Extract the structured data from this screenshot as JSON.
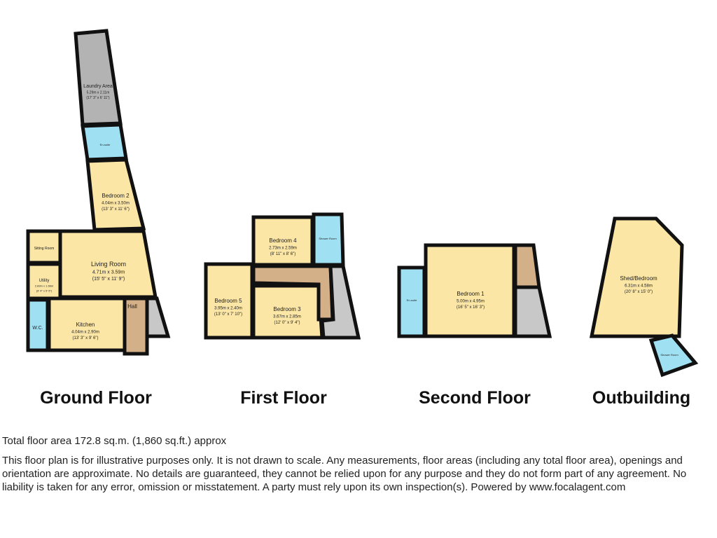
{
  "colors": {
    "room": "#fbe6a6",
    "wet": "#9fe0f3",
    "laundry": "#b3b3b3",
    "hall": "#d4b088",
    "stairs": "#c8c8c8",
    "wall": "#111111"
  },
  "floors": [
    {
      "label": "Ground Floor",
      "rooms": [
        {
          "name": "Laundry Area",
          "dims": "5.29m x 2.11m",
          "imperial": "(17' 3\" x 6' 11\")"
        },
        {
          "name": "En-suite",
          "dims": "",
          "imperial": ""
        },
        {
          "name": "Bedroom 2",
          "dims": "4.04m x 3.50m",
          "imperial": "(13' 3\" x 11' 6\")"
        },
        {
          "name": "Sitting Room",
          "dims": "",
          "imperial": ""
        },
        {
          "name": "Living Room",
          "dims": "4.71m x 3.59m",
          "imperial": "(15' 5\" x 11' 9\")"
        },
        {
          "name": "Utility",
          "dims": "2.83m x 1.66m",
          "imperial": "(9' 4\" x 5' 5\")"
        },
        {
          "name": "W.C.",
          "dims": "",
          "imperial": ""
        },
        {
          "name": "Kitchen",
          "dims": "4.04m x 2.90m",
          "imperial": "(13' 3\" x 9' 6\")"
        },
        {
          "name": "Hall",
          "dims": "",
          "imperial": ""
        }
      ]
    },
    {
      "label": "First Floor",
      "rooms": [
        {
          "name": "Bedroom 4",
          "dims": "2.73m x 2.59m",
          "imperial": "(8' 11\" x 8' 6\")"
        },
        {
          "name": "Shower Room",
          "dims": "",
          "imperial": ""
        },
        {
          "name": "Bedroom 5",
          "dims": "3.95m x 2.40m",
          "imperial": "(13' 0\" x 7' 10\")"
        },
        {
          "name": "Bedroom 3",
          "dims": "3.67m x 2.85m",
          "imperial": "(12' 0\" x 9' 4\")"
        }
      ]
    },
    {
      "label": "Second Floor",
      "rooms": [
        {
          "name": "En-suite",
          "dims": "",
          "imperial": ""
        },
        {
          "name": "Bedroom 1",
          "dims": "5.00m x 4.95m",
          "imperial": "(16' 5\" x 16' 3\")"
        }
      ]
    },
    {
      "label": "Outbuilding",
      "rooms": [
        {
          "name": "Shed/Bedroom",
          "dims": "6.31m x 4.58m",
          "imperial": "(20' 8\" x 15' 0\")"
        },
        {
          "name": "Shower Room",
          "dims": "",
          "imperial": ""
        }
      ]
    }
  ],
  "footer": {
    "total": "Total floor area 172.8 sq.m. (1,860 sq.ft.) approx",
    "disclaimer": "This floor plan is for illustrative purposes only. It is not drawn to scale. Any measurements, floor areas (including any total floor area), openings and orientation are approximate. No details are guaranteed, they cannot be relied upon for any purpose and they do not form part of any agreement. No liability is taken for any error, omission or misstatement. A party must rely upon its own inspection(s). Powered by www.focalagent.com"
  }
}
